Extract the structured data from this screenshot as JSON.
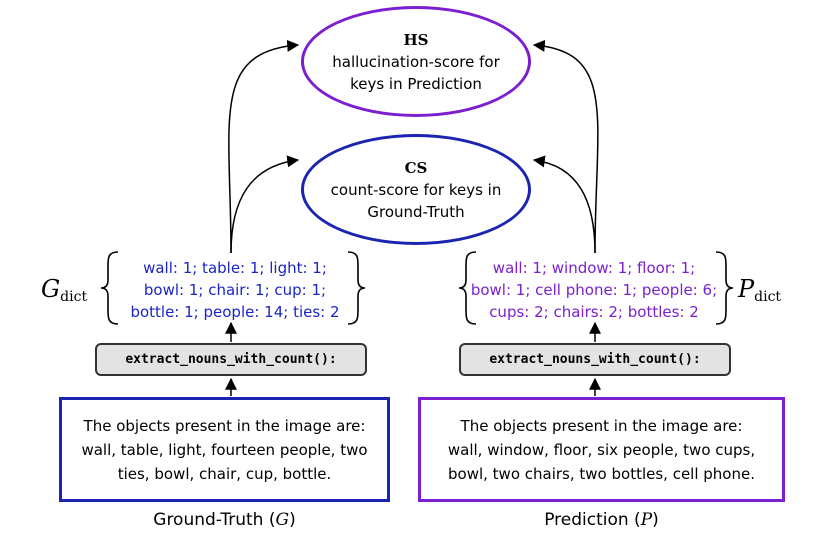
{
  "hs_node": {
    "tag": "HS",
    "line1": "hallucination-score for",
    "line2": "keys in Prediction"
  },
  "cs_node": {
    "tag": "CS",
    "line1": "count-score for keys in",
    "line2": "Ground-Truth"
  },
  "gt_dict": {
    "symbol": "G",
    "subscript": "dict",
    "lines": [
      "wall: 1; table: 1; light: 1;",
      "bowl: 1; chair: 1; cup: 1;",
      "bottle: 1; people: 14; ties: 2"
    ]
  },
  "pred_dict": {
    "symbol": "P",
    "subscript": "dict",
    "lines": [
      "wall: 1; window: 1; floor: 1;",
      "bowl: 1; cell phone: 1; people: 6;",
      "cups: 2; chairs: 2; bottles: 2"
    ]
  },
  "function_label": "extract_nouns_with_count():",
  "gt_text": {
    "lines": [
      "The objects present in the image are:",
      "wall, table, light, fourteen people, two",
      "ties, bowl, chair, cup, bottle."
    ]
  },
  "pred_text": {
    "lines": [
      "The objects present in the image are:",
      "wall, window, floor, six people, two cups,",
      "bowl, two chairs, two bottles, cell phone."
    ]
  },
  "captions": {
    "gt": {
      "text": "Ground-Truth (",
      "var": "G",
      "close": ")"
    },
    "pred": {
      "text": "Prediction (",
      "var": "P",
      "close": ")"
    }
  },
  "colors": {
    "blue": "#1b24b0",
    "purple": "#7b1fd0",
    "function_bg": "#e3e3e3"
  }
}
